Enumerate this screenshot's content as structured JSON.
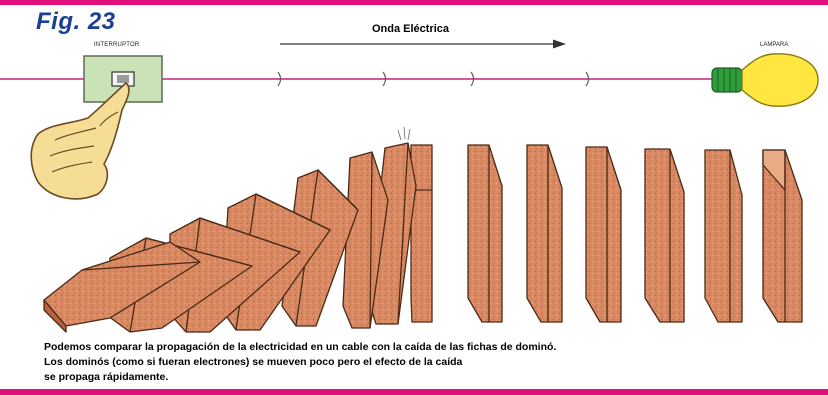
{
  "figure": {
    "label": "Fig. 23",
    "wave_label": "Onda Eléctrica",
    "switch_label": "INTERRUPTOR",
    "lamp_label": "LAMPARA"
  },
  "caption": {
    "line1": "Podemos comparar la propagación de la electricidad en un cable con la caída de las fichas de dominó.",
    "line2": "Los dominós (como si fueran electrones) se mueven poco pero el efecto de la caída",
    "line3": "se propaga rápidamente."
  },
  "colors": {
    "frame": "#e0107a",
    "fig_label": "#1b3f94",
    "wire": "#d8569a",
    "switch_plate": "#c9e2b6",
    "bulb_glass": "#ffe640",
    "bulb_base": "#2e9e3c",
    "hand": "#f5dd96",
    "domino": "#d98a63"
  },
  "icons": [
    "hand-pointer-icon",
    "wall-switch-icon",
    "light-bulb-icon",
    "arrow-right-icon"
  ]
}
